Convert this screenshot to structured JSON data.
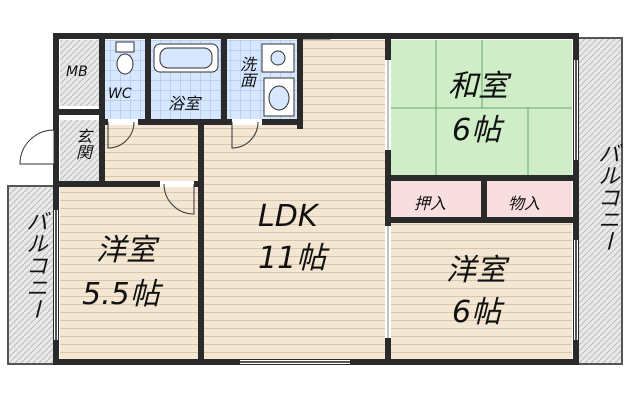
{
  "rooms": {
    "mb": "MB",
    "wc": "WC",
    "bath": "浴室",
    "washroom": "洗面",
    "washitsu_name": "和室",
    "washitsu_size": "6帖",
    "oshiire": "押入",
    "monoire": "物入",
    "entrance": "玄関",
    "ldk_name": "LDK",
    "ldk_size": "11帖",
    "western1_name": "洋室",
    "western1_size": "5.5帖",
    "western2_name": "洋室",
    "western2_size": "6帖"
  },
  "balconies": {
    "left": "バルコニー",
    "right": "バルコニー"
  },
  "colors": {
    "wall": "#2a2a2a",
    "tatami": "#cfeec8",
    "floor": "#f3e7d3",
    "wet_area": "#d6e7ff",
    "closet": "#f8dede",
    "balcony": "#e2e2e2"
  }
}
